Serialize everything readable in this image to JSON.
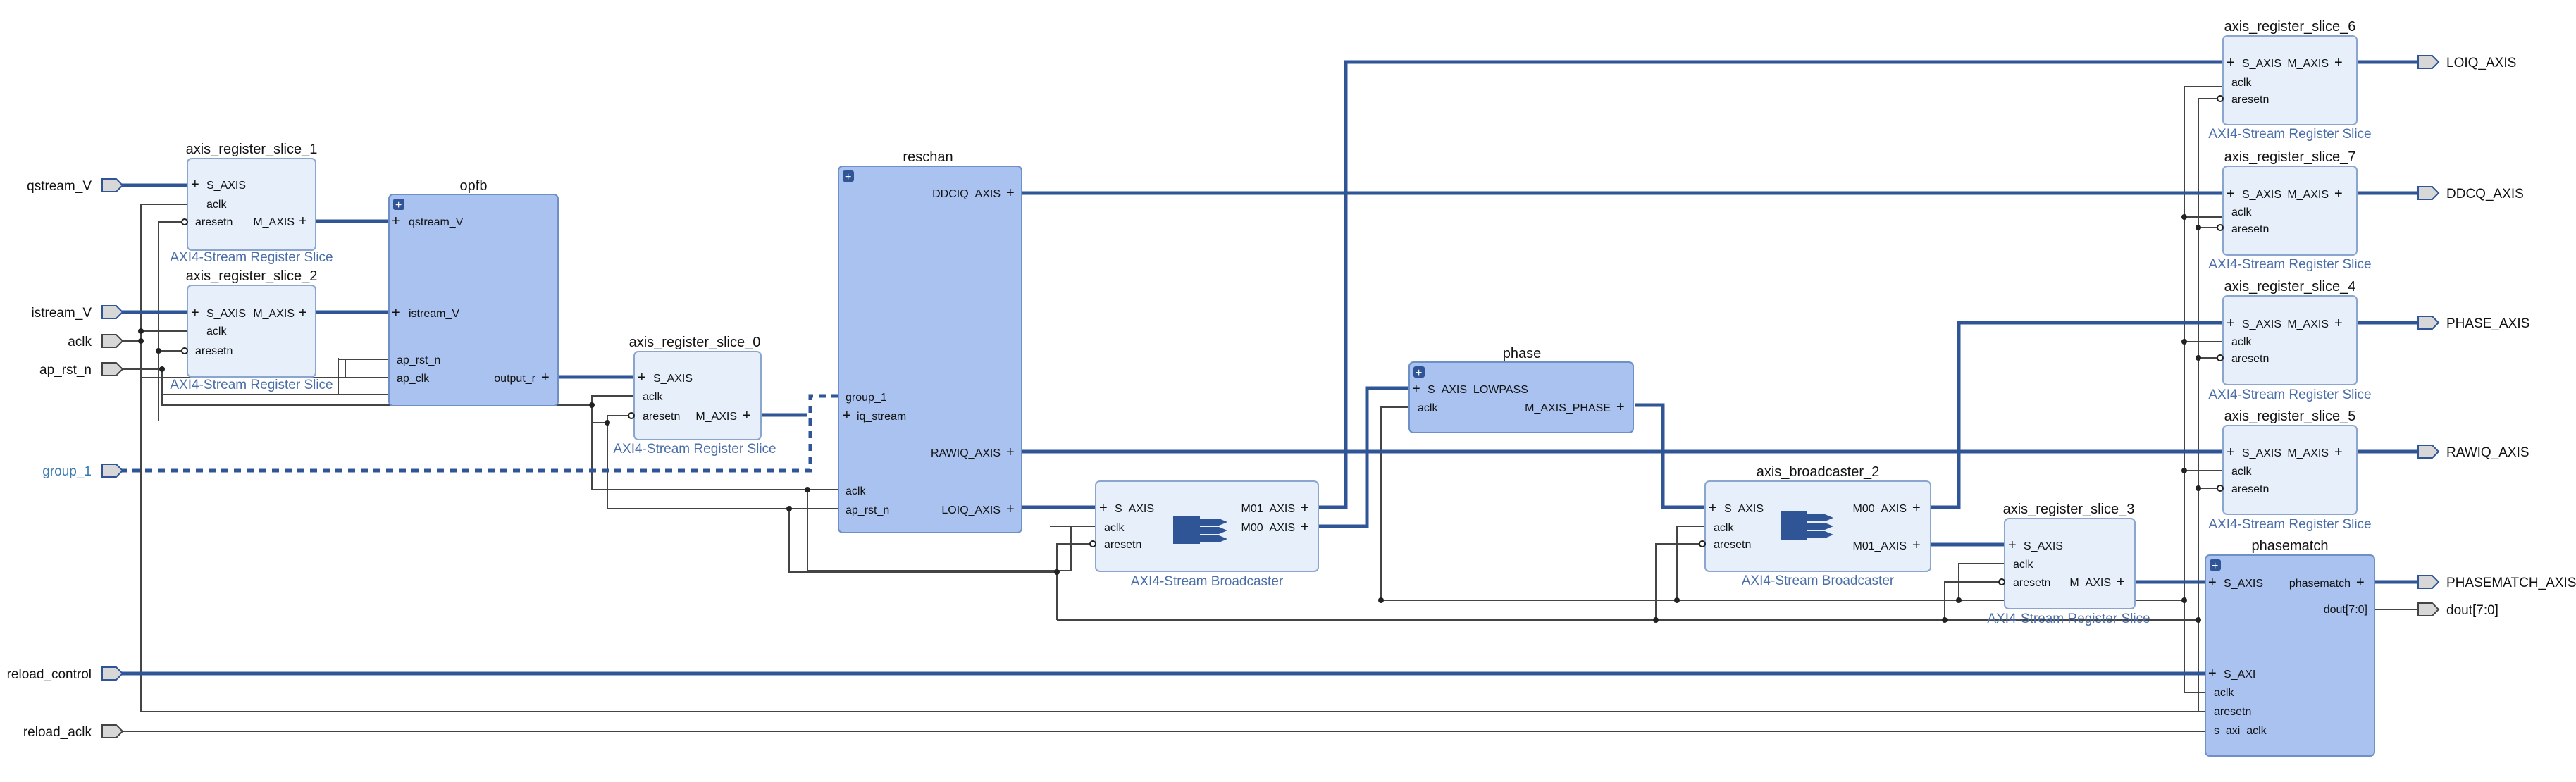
{
  "ports_in": [
    {
      "id": "qstream_V",
      "label": "qstream_V"
    },
    {
      "id": "istream_V",
      "label": "istream_V"
    },
    {
      "id": "aclk",
      "label": "aclk"
    },
    {
      "id": "ap_rst_n",
      "label": "ap_rst_n"
    },
    {
      "id": "group_1",
      "label": "group_1"
    },
    {
      "id": "reload_control",
      "label": "reload_control"
    },
    {
      "id": "reload_aclk",
      "label": "reload_aclk"
    }
  ],
  "ports_out": [
    {
      "id": "LOIQ_AXIS",
      "label": "LOIQ_AXIS"
    },
    {
      "id": "DDCQ_AXIS",
      "label": "DDCQ_AXIS"
    },
    {
      "id": "PHASE_AXIS",
      "label": "PHASE_AXIS"
    },
    {
      "id": "RAWIQ_AXIS",
      "label": "RAWIQ_AXIS"
    },
    {
      "id": "PHASEMATCH_AXIS",
      "label": "PHASEMATCH_AXIS"
    },
    {
      "id": "dout",
      "label": "dout[7:0]"
    }
  ],
  "blocks": {
    "rs1": {
      "title": "axis_register_slice_1",
      "subtitle": "AXI4-Stream Register Slice",
      "pins": [
        "S_AXIS",
        "aclk",
        "aresetn",
        "M_AXIS"
      ]
    },
    "rs2": {
      "title": "axis_register_slice_2",
      "subtitle": "AXI4-Stream Register Slice",
      "pins": [
        "S_AXIS",
        "aclk",
        "aresetn",
        "M_AXIS"
      ]
    },
    "opfb": {
      "title": "opfb",
      "pins": [
        "qstream_V",
        "istream_V",
        "ap_rst_n",
        "ap_clk",
        "output_r"
      ]
    },
    "rs0": {
      "title": "axis_register_slice_0",
      "subtitle": "AXI4-Stream Register Slice",
      "pins": [
        "S_AXIS",
        "aclk",
        "aresetn",
        "M_AXIS"
      ]
    },
    "reschan": {
      "title": "reschan",
      "pins": [
        "DDCIQ_AXIS",
        "group_1",
        "iq_stream",
        "RAWIQ_AXIS",
        "aclk",
        "ap_rst_n",
        "LOIQ_AXIS"
      ]
    },
    "bc1": {
      "title": "axis_broadcaster_1",
      "subtitle": "AXI4-Stream Broadcaster",
      "pins": [
        "S_AXIS",
        "aclk",
        "aresetn",
        "M01_AXIS",
        "M00_AXIS"
      ]
    },
    "phase": {
      "title": "phase",
      "pins": [
        "S_AXIS_LOWPASS",
        "aclk",
        "M_AXIS_PHASE"
      ]
    },
    "bc2": {
      "title": "axis_broadcaster_2",
      "subtitle": "AXI4-Stream Broadcaster",
      "pins": [
        "S_AXIS",
        "aclk",
        "aresetn",
        "M00_AXIS",
        "M01_AXIS"
      ]
    },
    "rs3": {
      "title": "axis_register_slice_3",
      "subtitle": "AXI4-Stream Register Slice",
      "pins": [
        "S_AXIS",
        "aclk",
        "aresetn",
        "M_AXIS"
      ]
    },
    "rs6": {
      "title": "axis_register_slice_6",
      "subtitle": "AXI4-Stream Register Slice",
      "pins": [
        "S_AXIS",
        "aclk",
        "aresetn",
        "M_AXIS"
      ]
    },
    "rs7": {
      "title": "axis_register_slice_7",
      "subtitle": "AXI4-Stream Register Slice",
      "pins": [
        "S_AXIS",
        "aclk",
        "aresetn",
        "M_AXIS"
      ]
    },
    "rs4": {
      "title": "axis_register_slice_4",
      "subtitle": "AXI4-Stream Register Slice",
      "pins": [
        "S_AXIS",
        "aclk",
        "aresetn",
        "M_AXIS"
      ]
    },
    "rs5": {
      "title": "axis_register_slice_5",
      "subtitle": "AXI4-Stream Register Slice",
      "pins": [
        "S_AXIS",
        "aclk",
        "aresetn",
        "M_AXIS"
      ]
    },
    "phasematch": {
      "title": "phasematch",
      "pins": [
        "S_AXIS",
        "phasematch",
        "dout[7:0]",
        "S_AXI",
        "aclk",
        "aresetn",
        "s_axi_aclk"
      ]
    }
  },
  "colors": {
    "bus": "#2f5597",
    "wire": "#444444",
    "block_light": "#e6effa",
    "block_dark": "#a9c2ef",
    "subtitle": "#4a6ea9"
  }
}
